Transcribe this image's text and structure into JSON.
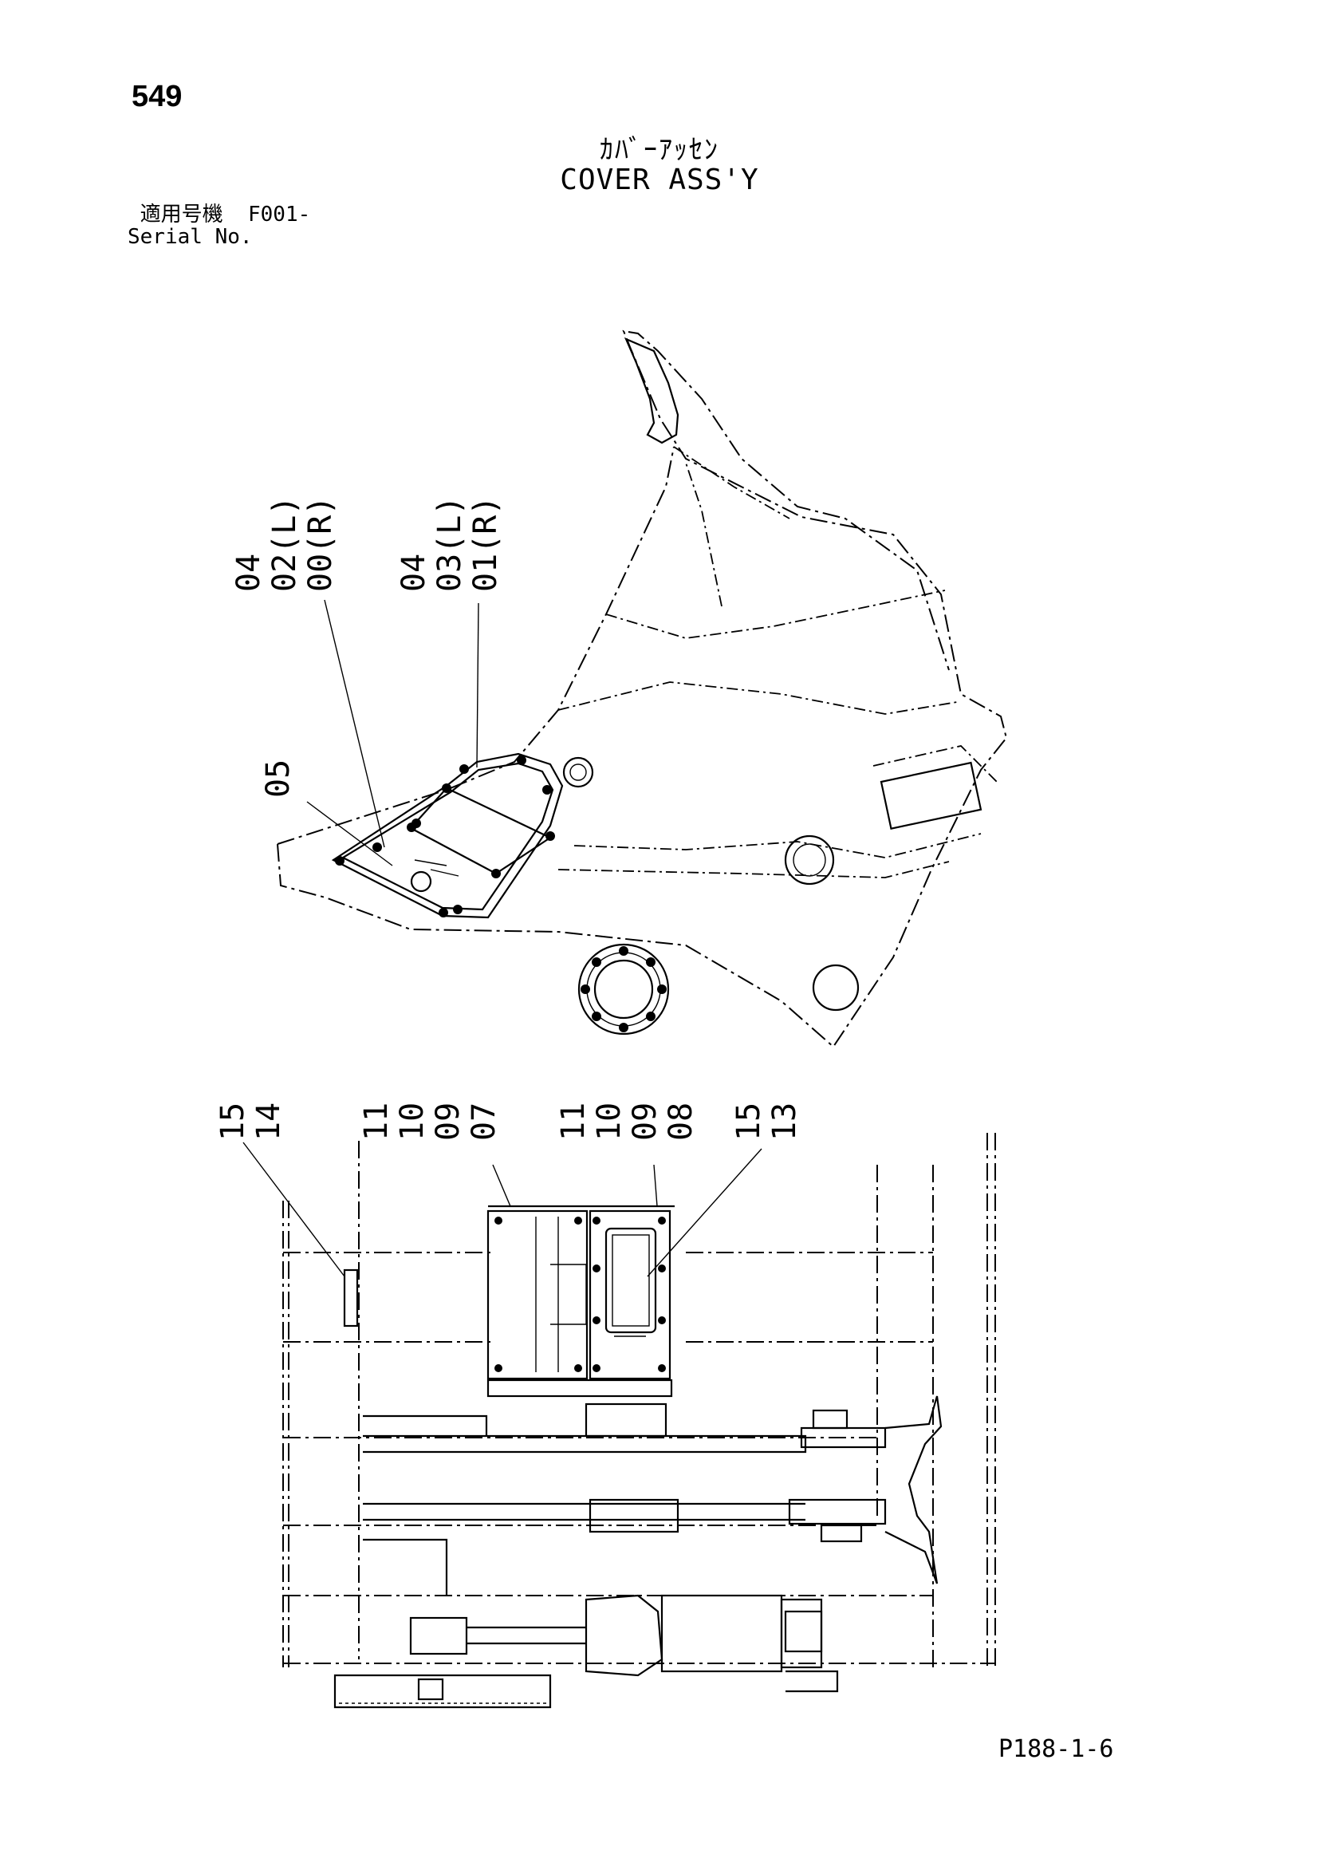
{
  "page_number": "549",
  "title_jp": "ｶﾊﾞｰｱｯｾﾝ",
  "title_en": "COVER ASS'Y",
  "serial": {
    "label_jp": "適用号機",
    "value": "F001-",
    "label_en": "Serial No."
  },
  "upper_callouts": {
    "group_a": [
      "04",
      "02(L)",
      "00(R)"
    ],
    "group_b": [
      "04",
      "03(L)",
      "01(R)"
    ],
    "single": "05"
  },
  "lower_callouts": {
    "group_c": [
      "15",
      "14"
    ],
    "group_d": [
      "11",
      "10",
      "09",
      "07"
    ],
    "group_e": [
      "11",
      "10",
      "09",
      "08"
    ],
    "group_f": [
      "15",
      "13"
    ]
  },
  "reference_code": "P188-1-6"
}
